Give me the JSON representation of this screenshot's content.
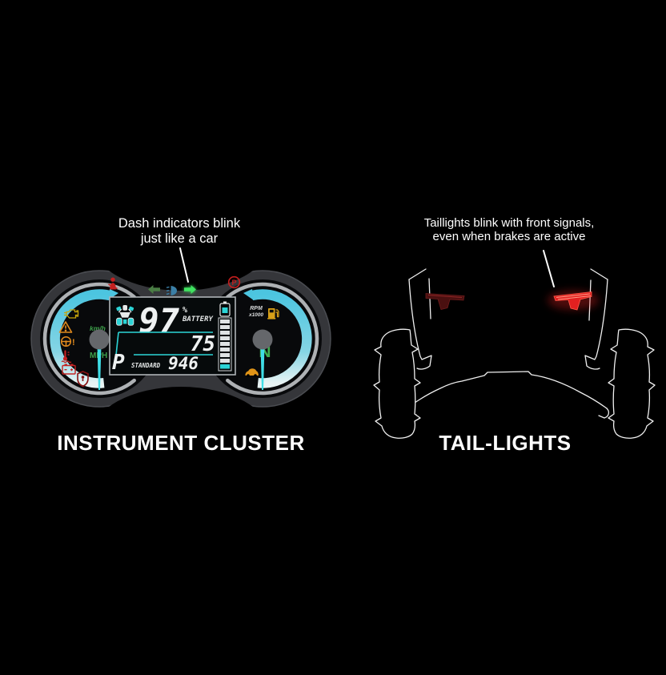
{
  "page": {
    "background": "#000000"
  },
  "left_panel": {
    "annotation": {
      "line1": "Dash indicators blink",
      "line2": "just like a car"
    },
    "caption": "INSTRUMENT CLUSTER",
    "cluster": {
      "lcd": {
        "battery_value": "97",
        "percent_sign": "%",
        "battery_label": "BATTERY",
        "speed_value": "75",
        "gear_value": "P",
        "drive_mode": "STANDARD",
        "odometer": "946"
      },
      "speed_units": {
        "kmh": "km/h",
        "mph": "MPH"
      },
      "tach_label": {
        "line1": "RPM",
        "line2": "x1000"
      },
      "gear_indicator": "N",
      "indicator_icons": [
        {
          "name": "seatbelt-warning",
          "color": "#c42020"
        },
        {
          "name": "turn-left-signal",
          "color": "#4a7d44"
        },
        {
          "name": "low-beam-headlight",
          "color": "#3b7fa6"
        },
        {
          "name": "turn-right-signal",
          "color": "#3fe361"
        },
        {
          "name": "parking-brake",
          "color": "#c41e1e"
        },
        {
          "name": "check-engine",
          "color": "#c6a50a"
        },
        {
          "name": "warning-triangle",
          "color": "#e08a1e"
        },
        {
          "name": "steering-alert",
          "color": "#e08a1e"
        },
        {
          "name": "coolant-temperature",
          "color": "#c42222"
        },
        {
          "name": "battery-charge-warning",
          "color": "#c42222"
        },
        {
          "name": "security",
          "color": "#8a1414"
        },
        {
          "name": "fuel",
          "color": "#d8a018"
        },
        {
          "name": "vehicle-mode",
          "color": "#e09418"
        }
      ],
      "colors": {
        "arc_cyan": "#4cc5e0",
        "arc_fade": "#e8f3f4",
        "needle": "#3fdde6",
        "lcd_cyan": "#2bd4d6",
        "body_gray": "#35363a",
        "silver_ring": "#aeb1b4"
      }
    }
  },
  "right_panel": {
    "annotation": {
      "line1": "Taillights blink with front signals,",
      "line2": "even when brakes are active"
    },
    "caption": "TAIL-LIGHTS",
    "taillights": {
      "left_state": "off",
      "right_state": "blinking",
      "active_color": "#e32020",
      "inactive_color": "#4a1010"
    },
    "outline_color": "#f0f0f0"
  }
}
